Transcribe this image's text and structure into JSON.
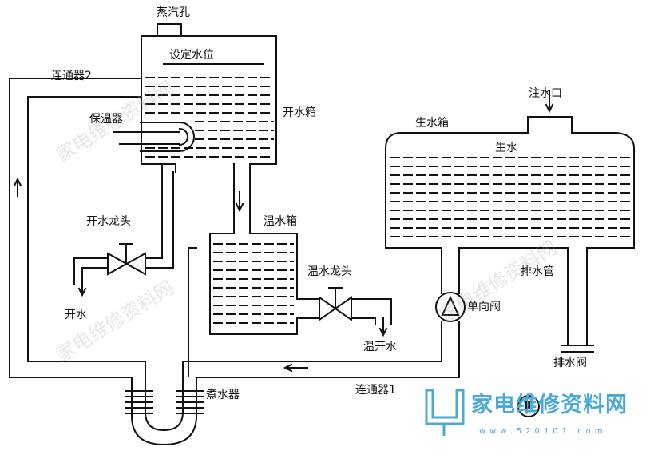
{
  "labels": {
    "steam_hole": "蒸汽孔",
    "set_water_level": "设定水位",
    "connector_2": "连通器2",
    "heat_keeper": "保温器",
    "boiling_tank": "开水箱",
    "boiling_tap": "开水龙头",
    "boiling_water": "开水",
    "warm_tank": "温水箱",
    "warm_tap": "温水龙头",
    "warm_boiled_water": "温开水",
    "raw_tank": "生水箱",
    "fill_port": "注水口",
    "raw_water": "生水",
    "drain_pipe": "排水管",
    "check_valve": "单向阀",
    "drain_valve": "排水阀",
    "water_boiler": "煮水器",
    "connector_1": "连通器1",
    "figure_number": "Ⅱ"
  },
  "watermark": {
    "brand": "家电维修资料网",
    "url": "www.520101.com"
  },
  "colors": {
    "line": "#111111",
    "watermark": "#4aa9d6"
  }
}
